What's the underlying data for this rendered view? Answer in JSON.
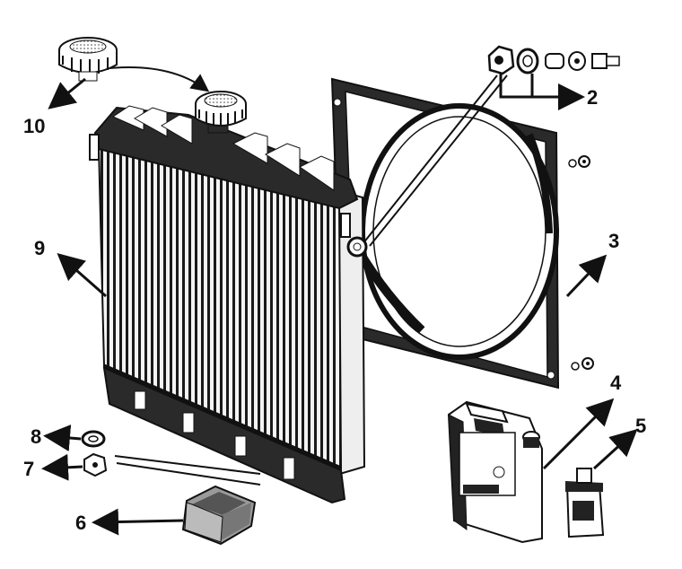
{
  "diagram": {
    "callouts": [
      {
        "id": "callout-10",
        "label": "10",
        "part": "radiator-cap"
      },
      {
        "id": "callout-2",
        "label": "2",
        "part": "mounting-hardware"
      },
      {
        "id": "callout-9",
        "label": "9",
        "part": "radiator"
      },
      {
        "id": "callout-3",
        "label": "3",
        "part": "fan-shroud"
      },
      {
        "id": "callout-4",
        "label": "4",
        "part": "coolant-canister"
      },
      {
        "id": "callout-5",
        "label": "5",
        "part": "additive-bottle"
      },
      {
        "id": "callout-8",
        "label": "8",
        "part": "drain-washer"
      },
      {
        "id": "callout-7",
        "label": "7",
        "part": "drain-plug"
      },
      {
        "id": "callout-6",
        "label": "6",
        "part": "rubber-mount"
      }
    ],
    "colors": {
      "ink": "#111111",
      "paper": "#ffffff",
      "shade": "#2a2a2a",
      "light": "#d8d8d8"
    }
  }
}
